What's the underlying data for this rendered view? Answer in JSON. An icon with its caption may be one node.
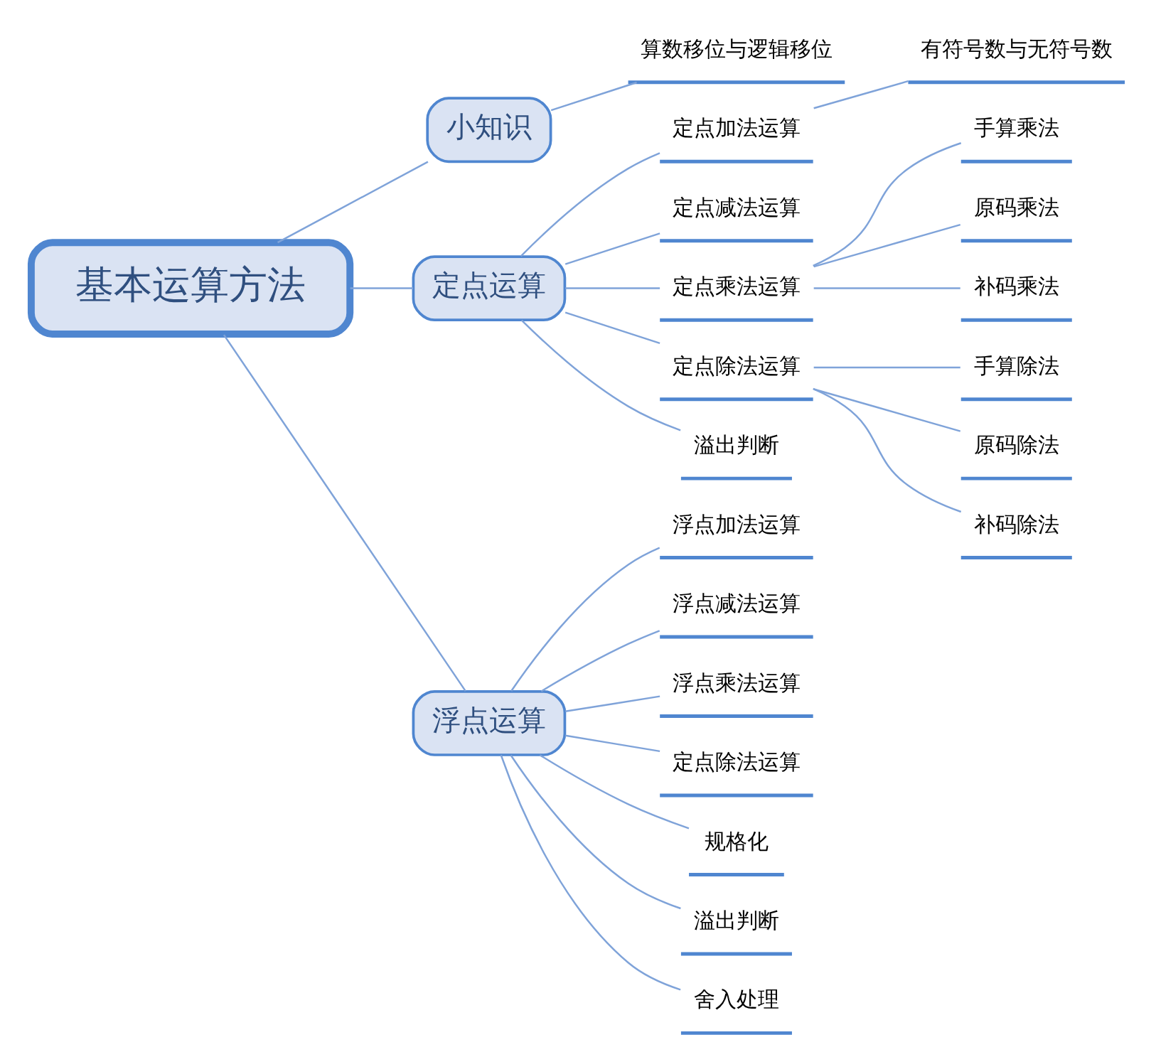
{
  "diagram": {
    "nodes": [
      {
        "text": [
          "基本运算方法"
        ]
      },
      {
        "text": [
          "小知识"
        ]
      },
      {
        "text": [
          "算数移位与逻辑移位"
        ]
      },
      {
        "text": [
          "定点运算"
        ]
      },
      {
        "text": [
          "定点加法运算"
        ]
      },
      {
        "text": [
          "有符号数与无符号数"
        ]
      },
      {
        "text": [
          "定点减法运算"
        ]
      },
      {
        "text": [
          "定点乘法运算"
        ]
      },
      {
        "text": [
          "手算乘法"
        ]
      },
      {
        "text": [
          "原码乘法"
        ]
      },
      {
        "text": [
          "补码乘法"
        ]
      },
      {
        "text": [
          "定点除法运算"
        ]
      },
      {
        "text": [
          "手算除法"
        ]
      },
      {
        "text": [
          "原码除法"
        ]
      },
      {
        "text": [
          "补码除法"
        ]
      },
      {
        "text": [
          "溢出判断"
        ]
      },
      {
        "text": [
          "浮点运算"
        ]
      },
      {
        "text": [
          "浮点加法运算"
        ]
      },
      {
        "text": [
          "浮点减法运算"
        ]
      },
      {
        "text": [
          "浮点乘法运算"
        ]
      },
      {
        "text": [
          "定点除法运算"
        ]
      },
      {
        "text": [
          "规格化"
        ]
      },
      {
        "text": [
          "溢出判断"
        ]
      },
      {
        "text": [
          "舍入处理"
        ]
      }
    ],
    "edges": [
      {
        "from": 0,
        "to": 1,
        "arrow": "none"
      },
      {
        "from": 1,
        "to": 2,
        "arrow": "none"
      },
      {
        "from": 0,
        "to": 3,
        "arrow": "none"
      },
      {
        "from": 3,
        "to": 4,
        "arrow": "none"
      },
      {
        "from": 4,
        "to": 5,
        "arrow": "none"
      },
      {
        "from": 3,
        "to": 6,
        "arrow": "none"
      },
      {
        "from": 3,
        "to": 7,
        "arrow": "none"
      },
      {
        "from": 7,
        "to": 8,
        "arrow": "none"
      },
      {
        "from": 7,
        "to": 9,
        "arrow": "none"
      },
      {
        "from": 7,
        "to": 10,
        "arrow": "none"
      },
      {
        "from": 3,
        "to": 11,
        "arrow": "none"
      },
      {
        "from": 11,
        "to": 12,
        "arrow": "none"
      },
      {
        "from": 11,
        "to": 13,
        "arrow": "none"
      },
      {
        "from": 11,
        "to": 14,
        "arrow": "none"
      },
      {
        "from": 3,
        "to": 15,
        "arrow": "none"
      },
      {
        "from": 0,
        "to": 16,
        "arrow": "none"
      },
      {
        "from": 16,
        "to": 17,
        "arrow": "none"
      },
      {
        "from": 16,
        "to": 18,
        "arrow": "none"
      },
      {
        "from": 16,
        "to": 19,
        "arrow": "none"
      },
      {
        "from": 16,
        "to": 20,
        "arrow": "none"
      },
      {
        "from": 16,
        "to": 21,
        "arrow": "none"
      },
      {
        "from": 16,
        "to": 22,
        "arrow": "none"
      },
      {
        "from": 16,
        "to": 23,
        "arrow": "none"
      }
    ]
  }
}
